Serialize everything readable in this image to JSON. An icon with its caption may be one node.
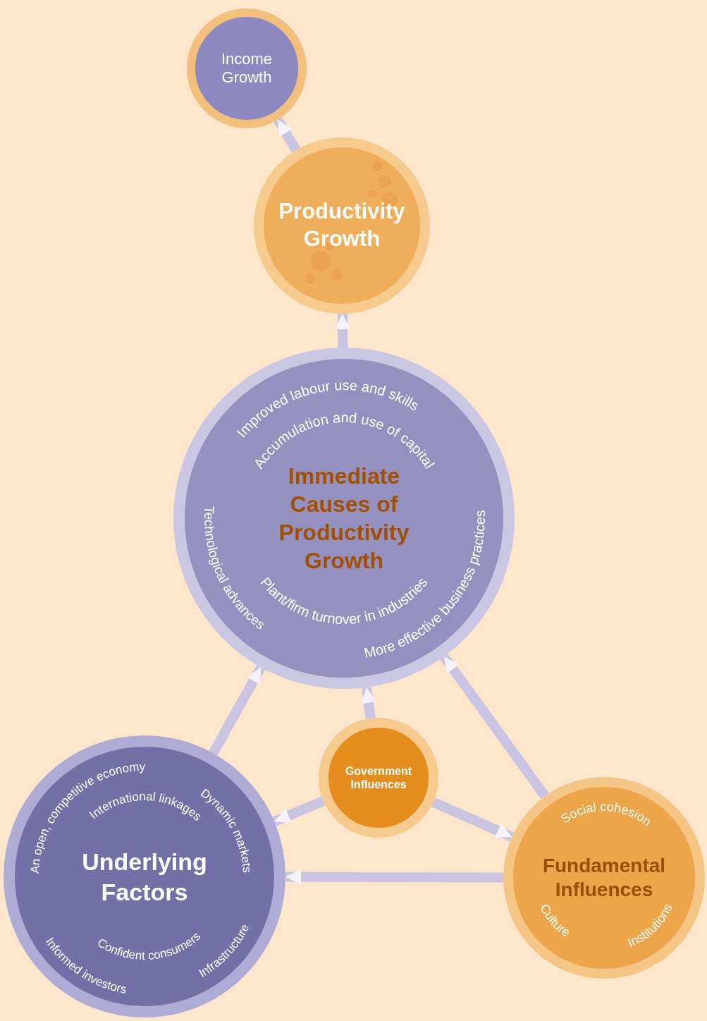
{
  "diagram": {
    "nodes": [
      {
        "text": [
          "Income Growth"
        ]
      },
      {
        "text": [
          "Productivity Growth"
        ]
      },
      {
        "text": [
          "Improved labour use and skills",
          "Accumulation and use of capital",
          "Immediate Causes of Productivity Growth",
          "Technological advances",
          "Plant/firm turnover in industries",
          "More effective business practices"
        ]
      },
      {
        "text": [
          "Government Influences"
        ]
      },
      {
        "text": [
          "An open, competitive economy",
          "International linkages",
          "Dynamic markets",
          "Underlying Factors",
          "Informed investors",
          "Confident consumers",
          "Infrastructure"
        ]
      },
      {
        "text": [
          "Social cohesion",
          "Fundamental Influences",
          "Culture",
          "Institutions"
        ]
      }
    ],
    "edges": [
      {
        "from": 1,
        "to": 0,
        "arrow": "to"
      },
      {
        "from": 2,
        "to": 1,
        "arrow": "to"
      },
      {
        "from": 4,
        "to": 2,
        "arrow": "to"
      },
      {
        "from": 3,
        "to": 2,
        "arrow": "to"
      },
      {
        "from": 5,
        "to": 2,
        "arrow": "to"
      },
      {
        "from": 3,
        "to": 4,
        "arrow": "to"
      },
      {
        "from": 3,
        "to": 5,
        "arrow": "to"
      },
      {
        "from": 5,
        "to": 4,
        "arrow": "to"
      }
    ]
  }
}
